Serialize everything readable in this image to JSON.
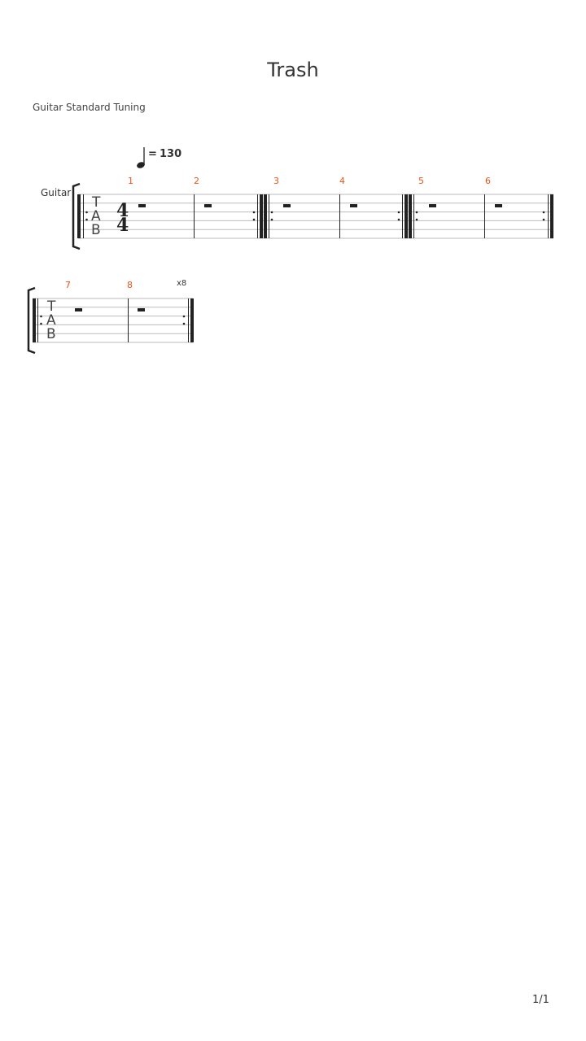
{
  "title": "Trash",
  "subtitle": "Guitar Standard Tuning",
  "tempo": {
    "equals": "=",
    "value": "130"
  },
  "instrument": "Guitar",
  "tab_clef": [
    "T",
    "A",
    "B"
  ],
  "time_signature": {
    "numerator": "4",
    "denominator": "4"
  },
  "systems": [
    {
      "instrument_label": "Guitar",
      "measures": [
        "1",
        "2",
        "3",
        "4",
        "5",
        "6"
      ]
    },
    {
      "instrument_label": "",
      "measures": [
        "7",
        "8"
      ],
      "repeat_count": "x8"
    }
  ],
  "page_number": "1/1",
  "colors": {
    "bar_number": "#e8561d",
    "staff_line": "#bbbbbb",
    "ink": "#222222"
  }
}
